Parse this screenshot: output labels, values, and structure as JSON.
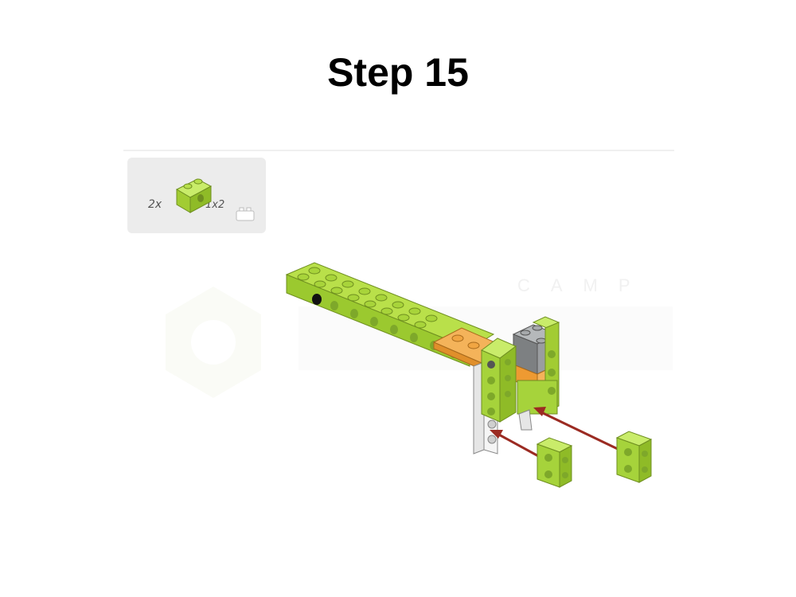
{
  "page": {
    "title": "Step 15"
  },
  "parts_list": {
    "quantity": "2x",
    "part_size": "1x2",
    "part_icon": "lime-technic-brick-1x2",
    "box_icon": "brick-outline-icon"
  },
  "watermark": {
    "text": "CAMP"
  },
  "colors": {
    "lime": "#a6d33b",
    "orange": "#f0a542",
    "gray": "#8a8d8f",
    "light_gray": "#e0e0e0",
    "arrow": "#9b2b22"
  }
}
